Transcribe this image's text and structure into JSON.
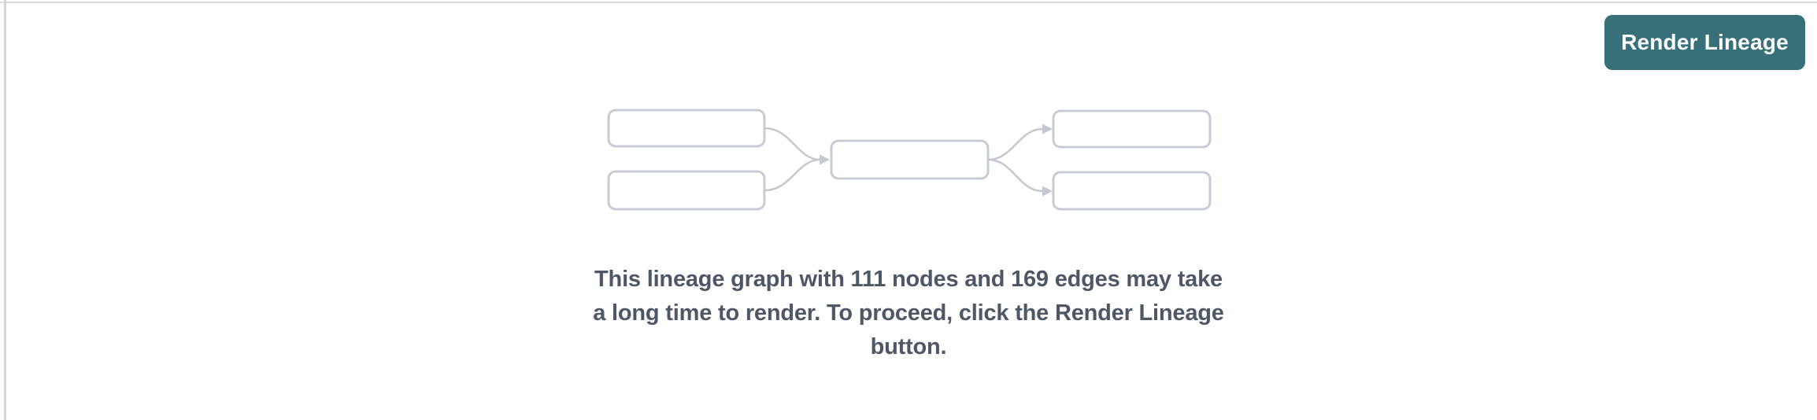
{
  "page": {
    "top_border_color": "#d9dadc",
    "left_border_color": "#d6d6d9",
    "background": "#ffffff"
  },
  "toolbar": {
    "render_lineage_button": {
      "label": "Render Lineage",
      "background": "#38707a",
      "text_color": "#ffffff"
    }
  },
  "lineage_preview": {
    "placeholder_graph": {
      "node_box_count": 5,
      "edge_arrow_count": 4,
      "box_border_color": "#c7ccd4",
      "arrow_color": "#c3c8d1"
    },
    "stats": {
      "nodes": 111,
      "edges": 169
    },
    "message": {
      "text_color": "#4e5766",
      "lines": [
        "This lineage graph with 111 nodes and 169 edges may take",
        "a long time to render. To proceed, click the Render Lineage",
        "button."
      ]
    }
  }
}
